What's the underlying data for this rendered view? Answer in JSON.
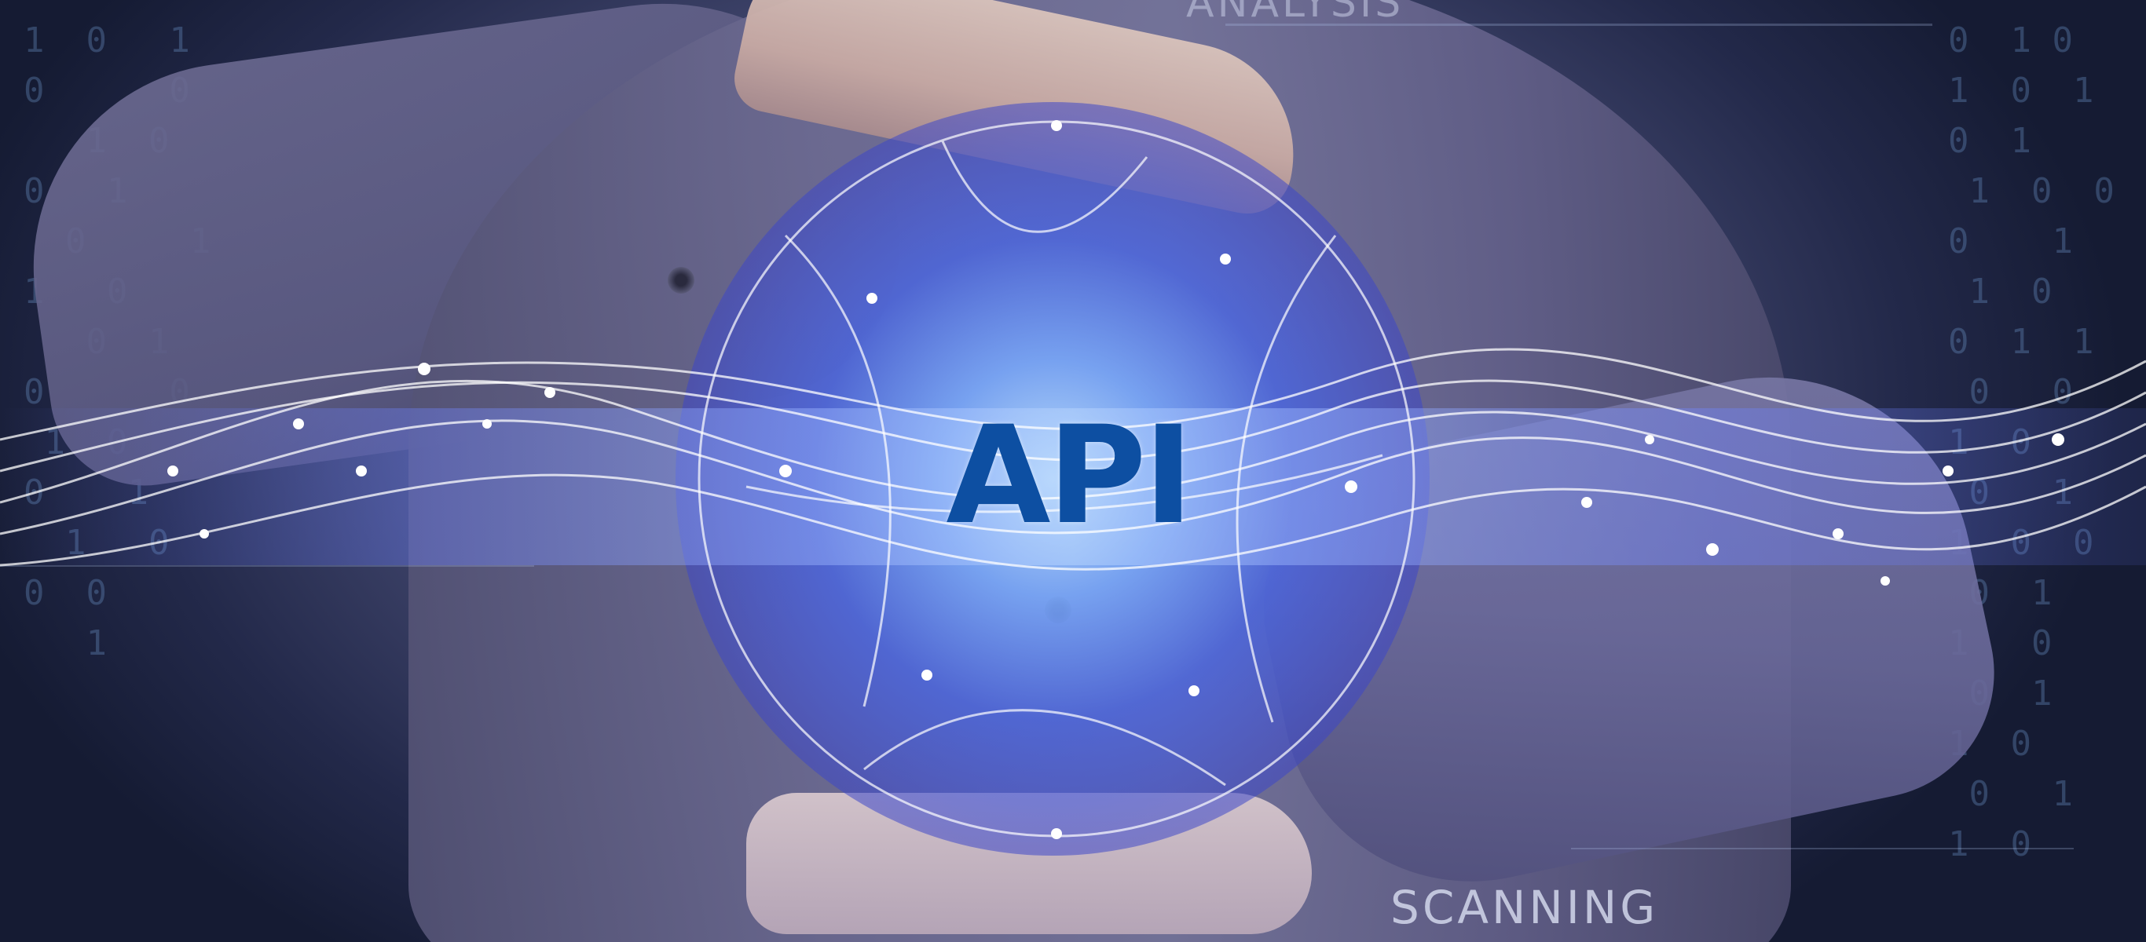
{
  "hero": {
    "main_label": "API",
    "label_color": "#0d4fa2",
    "glow_color": "#7aa8ff",
    "hud_labels": {
      "bottom": "SCANNING",
      "top": "ANALYSIS"
    }
  }
}
